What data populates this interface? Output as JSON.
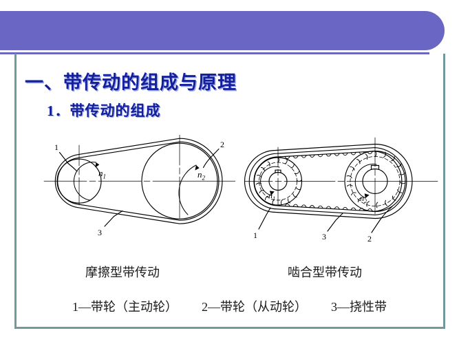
{
  "slide": {
    "title": "一、带传动的组成与原理",
    "subtitle": "1．带传动的组成",
    "colors": {
      "banner": "#6a67c4",
      "frame": "#70999d",
      "title_text": "#141f9c",
      "body_text": "#1a1a1a"
    }
  },
  "figures": [
    {
      "id": "friction-belt-drive",
      "caption": "摩擦型带传动",
      "labels": {
        "driving_pulley": "1",
        "driven_pulley": "2",
        "belt": "3",
        "speed_driving": "n",
        "speed_driving_sub": "1",
        "speed_driven": "n",
        "speed_driven_sub": "2"
      }
    },
    {
      "id": "meshing-belt-drive",
      "caption": "啮合型带传动",
      "labels": {
        "driving_pulley": "1",
        "driven_pulley": "2",
        "belt": "3",
        "speed_driving": "n",
        "speed_driving_sub": "1",
        "speed_driven": "n",
        "speed_driven_sub": "2"
      }
    }
  ],
  "legend": [
    "1—带轮（主动轮）",
    "2—带轮（从动轮）",
    "3—挠性带"
  ]
}
